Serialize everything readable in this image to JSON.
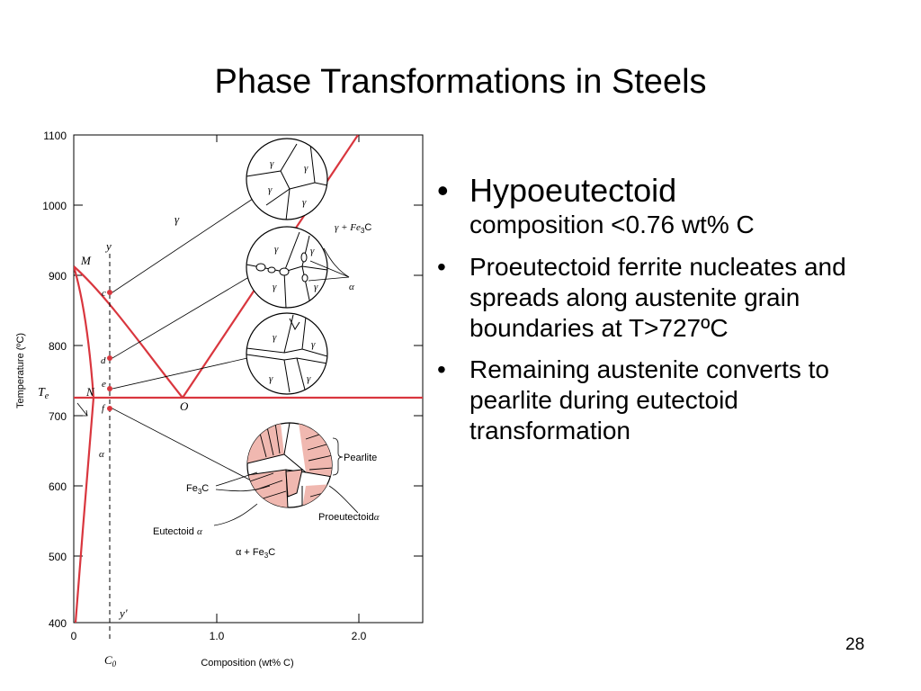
{
  "slide": {
    "title": "Phase Transformations in Steels",
    "page_number": "28"
  },
  "bullets": [
    {
      "main": "Hypoeutectoid",
      "sub": "composition <0.76 wt% C"
    },
    {
      "main": "Proeutectoid ferrite nucleates and spreads along austenite grain boundaries at T>727ºC"
    },
    {
      "main": "Remaining austenite converts to pearlite during eutectoid transformation"
    }
  ],
  "diagram": {
    "y_axis_label": "Temperature (ºC)",
    "x_axis_label": "Composition (wt% C)",
    "y_ticks": [
      "1100",
      "1000",
      "900",
      "800",
      "700",
      "600",
      "500",
      "400"
    ],
    "x_ticks": [
      "0",
      "1.0",
      "2.0"
    ],
    "labels": {
      "M": "M",
      "N": "N",
      "O": "O",
      "Te": "T",
      "Te_sub": "e",
      "y_top": "y",
      "y_bottom": "y'",
      "C0": "C",
      "C0_sub": "0",
      "c": "c",
      "d": "d",
      "e": "e",
      "f": "f",
      "gamma_region": "γ",
      "alpha_region": "α",
      "gamma_fe3c": "γ + Fe",
      "gamma_fe3c_sub": "3",
      "gamma_fe3c_end": "C",
      "alpha_fe3c": "α + Fe",
      "alpha_fe3c_sub": "3",
      "alpha_fe3c_end": "C",
      "pearlite": "Pearlite",
      "fe3c": "Fe",
      "fe3c_sub": "3",
      "fe3c_end": "C",
      "eutectoid": "Eutectoid",
      "eutectoid_alpha": "α",
      "proeutectoid": "Proeutectoid",
      "proeutectoid_alpha": "α",
      "alpha_pointer": "α",
      "grain_gamma": "γ"
    },
    "colors": {
      "phase_line": "#d9363e",
      "pearlite_fill": "#f0b8b0",
      "black": "#000000"
    }
  }
}
